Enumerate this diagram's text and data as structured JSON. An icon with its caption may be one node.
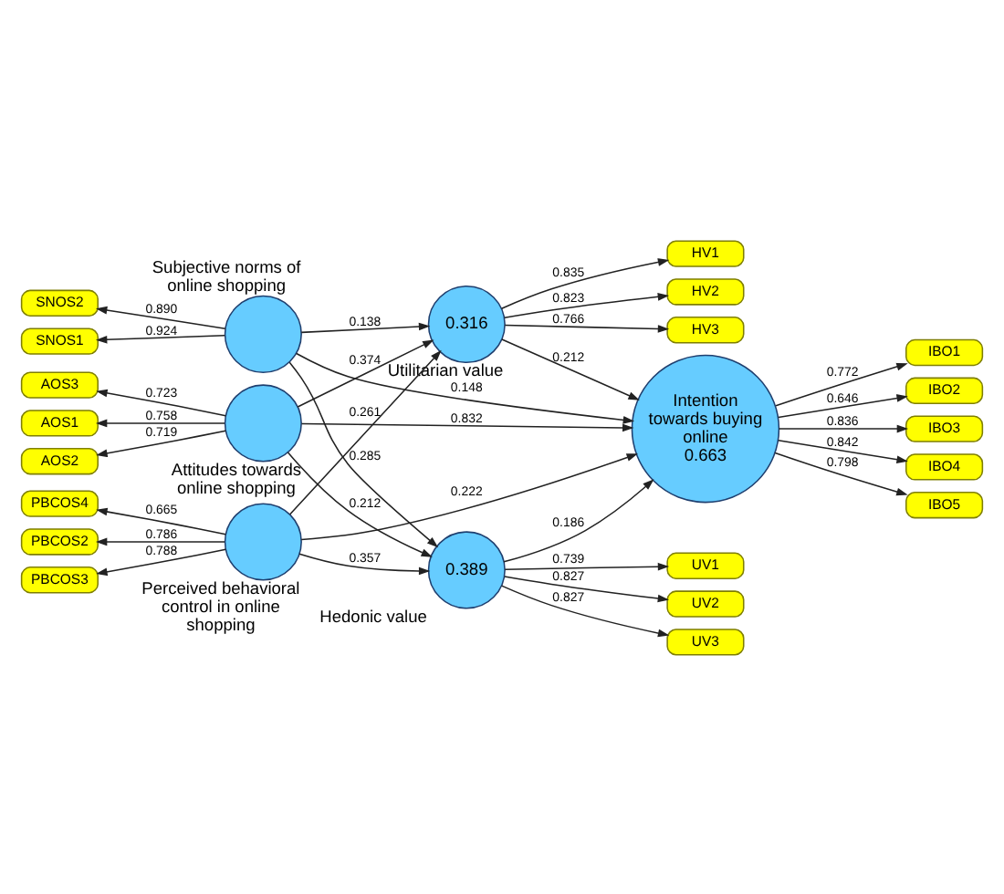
{
  "diagram": {
    "nodes": [
      {
        "text": [
          "Attitudes towards online shopping"
        ]
      },
      {
        "text": [
          "Subjective norms of online shopping"
        ]
      },
      {
        "text": [
          "Perceived behavioral control in online shopping"
        ]
      },
      {
        "text": [
          "0.316",
          "Utilitarian value"
        ]
      },
      {
        "text": [
          "0.389",
          "Hedonic value"
        ]
      },
      {
        "text": [
          "Intention towards buying online",
          "0.663"
        ]
      },
      {
        "text": [
          "AOS1"
        ]
      },
      {
        "text": [
          "AOS2"
        ]
      },
      {
        "text": [
          "AOS3"
        ]
      },
      {
        "text": [
          "SNOS1"
        ]
      },
      {
        "text": [
          "SNOS2"
        ]
      },
      {
        "text": [
          "PBCOS2"
        ]
      },
      {
        "text": [
          "PBCOS3"
        ]
      },
      {
        "text": [
          "PBCOS4"
        ]
      },
      {
        "text": [
          "HV1"
        ]
      },
      {
        "text": [
          "HV2"
        ]
      },
      {
        "text": [
          "HV3"
        ]
      },
      {
        "text": [
          "UV1"
        ]
      },
      {
        "text": [
          "UV2"
        ]
      },
      {
        "text": [
          "UV3"
        ]
      },
      {
        "text": [
          "IBO1"
        ]
      },
      {
        "text": [
          "IBO2"
        ]
      },
      {
        "text": [
          "IBO3"
        ]
      },
      {
        "text": [
          "IBO4"
        ]
      },
      {
        "text": [
          "IBO5"
        ]
      }
    ],
    "edges": [
      {
        "from": 0,
        "to": 6,
        "arrow": "to",
        "label": "0.758"
      },
      {
        "from": 0,
        "to": 7,
        "arrow": "to",
        "label": "0.719"
      },
      {
        "from": 0,
        "to": 8,
        "arrow": "to",
        "label": "0.723"
      },
      {
        "from": 1,
        "to": 9,
        "arrow": "to",
        "label": "0.924"
      },
      {
        "from": 1,
        "to": 10,
        "arrow": "to",
        "label": "0.890"
      },
      {
        "from": 2,
        "to": 11,
        "arrow": "to",
        "label": "0.786"
      },
      {
        "from": 2,
        "to": 12,
        "arrow": "to",
        "label": "0.788"
      },
      {
        "from": 2,
        "to": 13,
        "arrow": "to",
        "label": "0.665"
      },
      {
        "from": 3,
        "to": 14,
        "arrow": "to",
        "label": "0.835"
      },
      {
        "from": 3,
        "to": 15,
        "arrow": "to",
        "label": "0.823"
      },
      {
        "from": 3,
        "to": 16,
        "arrow": "to",
        "label": "0.766"
      },
      {
        "from": 4,
        "to": 17,
        "arrow": "to",
        "label": "0.739"
      },
      {
        "from": 4,
        "to": 18,
        "arrow": "to",
        "label": "0.827"
      },
      {
        "from": 4,
        "to": 19,
        "arrow": "to",
        "label": "0.827"
      },
      {
        "from": 5,
        "to": 20,
        "arrow": "to",
        "label": "0.772"
      },
      {
        "from": 5,
        "to": 21,
        "arrow": "to",
        "label": "0.646"
      },
      {
        "from": 5,
        "to": 22,
        "arrow": "to",
        "label": "0.836"
      },
      {
        "from": 5,
        "to": 23,
        "arrow": "to",
        "label": "0.842"
      },
      {
        "from": 5,
        "to": 24,
        "arrow": "to",
        "label": "0.798"
      },
      {
        "from": 0,
        "to": 3,
        "arrow": "to",
        "label": "0.374"
      },
      {
        "from": 0,
        "to": 5,
        "arrow": "to",
        "label": "0.832"
      },
      {
        "from": 0,
        "to": 4,
        "arrow": "to",
        "label": "0.212"
      },
      {
        "from": 1,
        "to": 3,
        "arrow": "to",
        "label": "0.138"
      },
      {
        "from": 1,
        "to": 5,
        "arrow": "to",
        "label": "0.148"
      },
      {
        "from": 1,
        "to": 4,
        "arrow": "to",
        "label": "0.285"
      },
      {
        "from": 2,
        "to": 3,
        "arrow": "to",
        "label": "0.261"
      },
      {
        "from": 2,
        "to": 5,
        "arrow": "to",
        "label": "0.222"
      },
      {
        "from": 2,
        "to": 4,
        "arrow": "to",
        "label": "0.357"
      },
      {
        "from": 3,
        "to": 5,
        "arrow": "to",
        "label": "0.212"
      },
      {
        "from": 4,
        "to": 5,
        "arrow": "to",
        "label": "0.186"
      }
    ]
  }
}
